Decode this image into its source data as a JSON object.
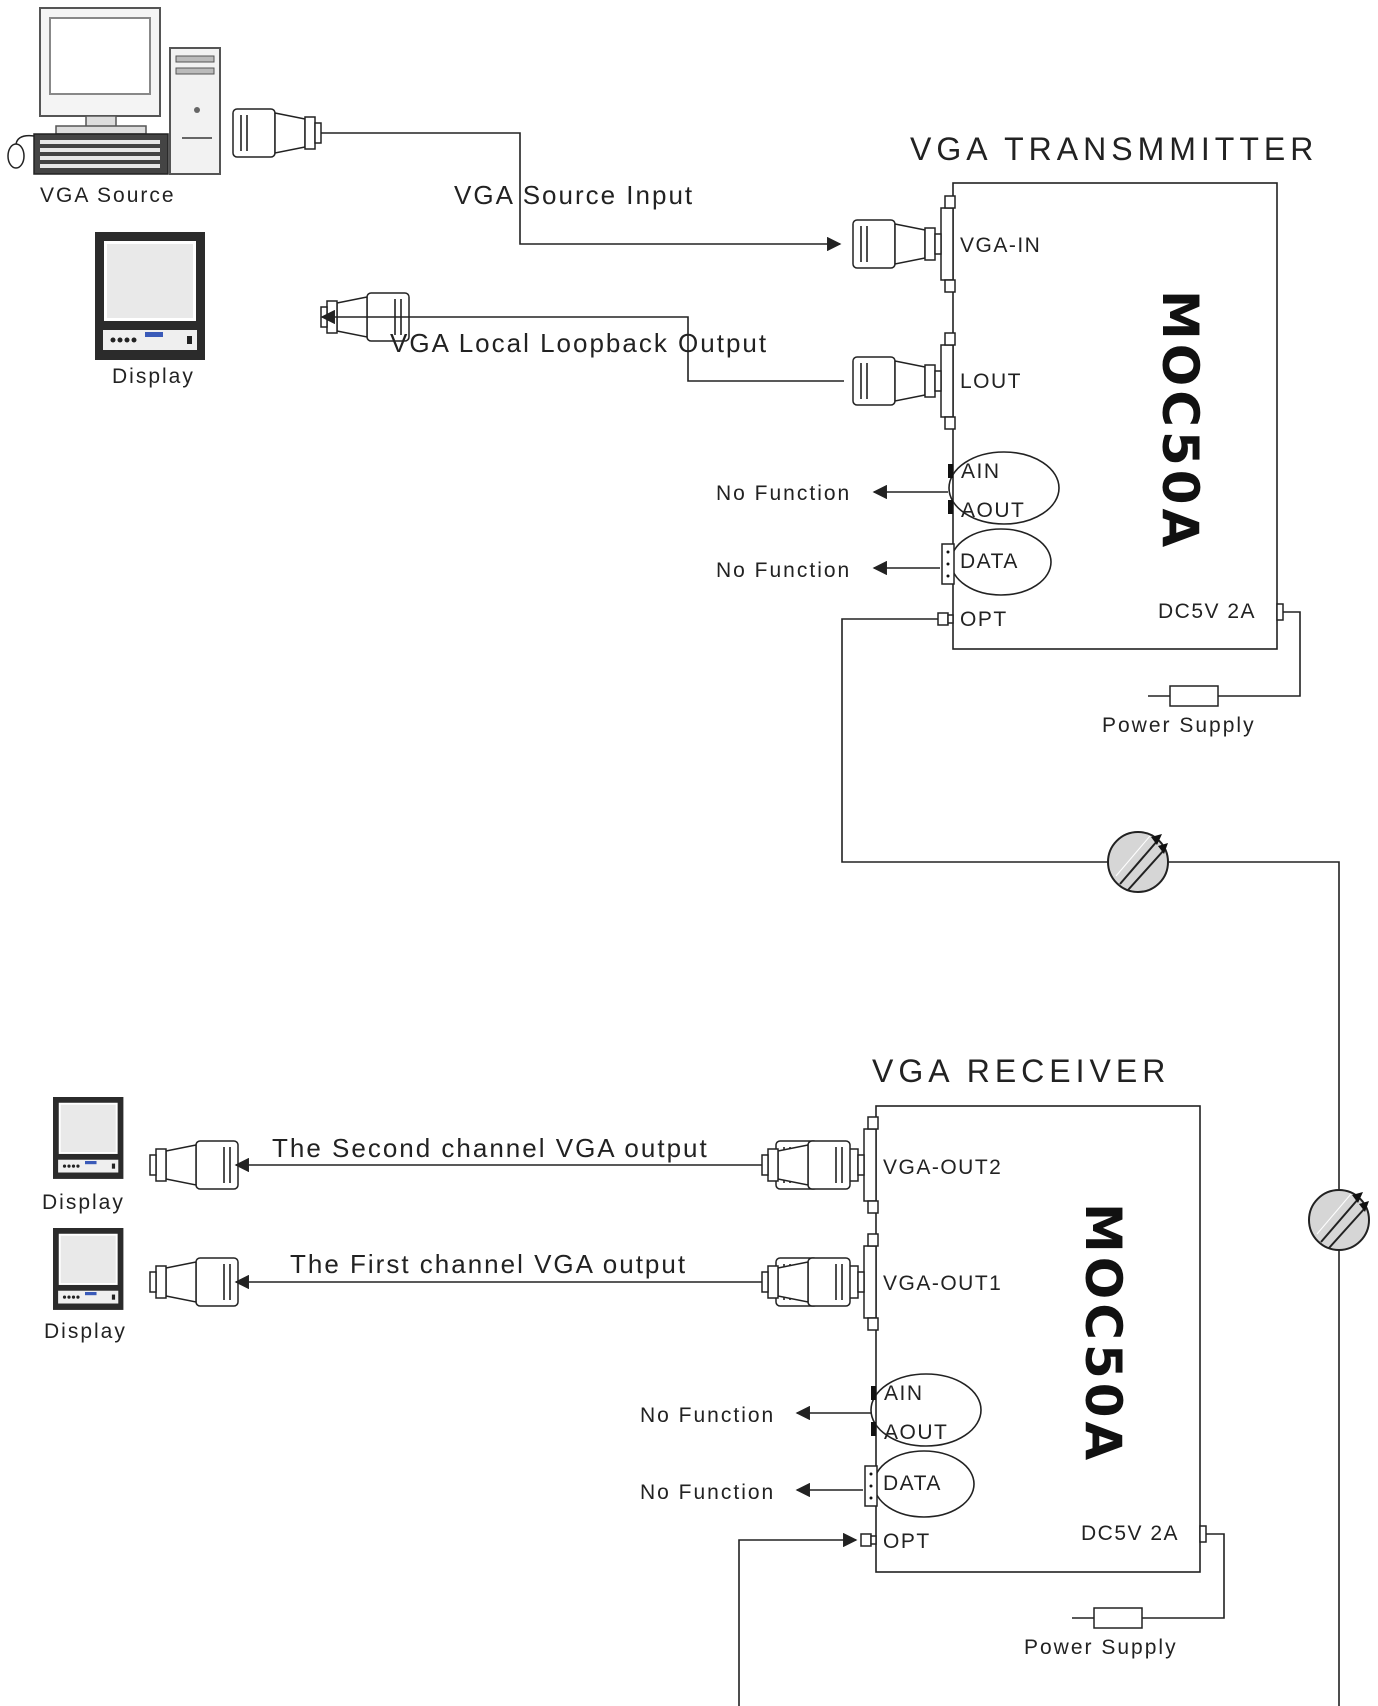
{
  "transmitter": {
    "title": "VGA  TRANSMMITTER",
    "port_vga_in": "VGA-IN",
    "port_lout": "LOUT",
    "port_ain": "AIN",
    "port_aout": "AOUT",
    "port_data": "DATA",
    "port_opt": "OPT",
    "power_rating": "DC5V 2A",
    "power_supply": "Power Supply",
    "logo": "MOC50A",
    "no_function_audio": "No Function",
    "no_function_data": "No Function"
  },
  "receiver": {
    "title": "VGA  RECEIVER",
    "port_vga_out2": "VGA-OUT2",
    "port_vga_out1": "VGA-OUT1",
    "port_ain": "AIN",
    "port_aout": "AOUT",
    "port_data": "DATA",
    "port_opt": "OPT",
    "power_rating": "DC5V 2A",
    "power_supply": "Power Supply",
    "logo": "MOC50A",
    "no_function_audio": "No Function",
    "no_function_data": "No Function"
  },
  "labels": {
    "vga_source": "VGA Source",
    "vga_source_input": "VGA Source Input",
    "display_top": "Display",
    "loopback_output": "VGA Local Loopback Output",
    "second_channel": "The Second channel VGA output",
    "first_channel": "The First channel VGA output",
    "display_ch2": "Display",
    "display_ch1": "Display"
  },
  "icons": {
    "pc": "computer-icon",
    "monitor": "monitor-icon",
    "vga_connector": "vga-connector-icon",
    "fiber_reel": "fiber-reel-icon",
    "power_adapter": "power-adapter-icon"
  }
}
